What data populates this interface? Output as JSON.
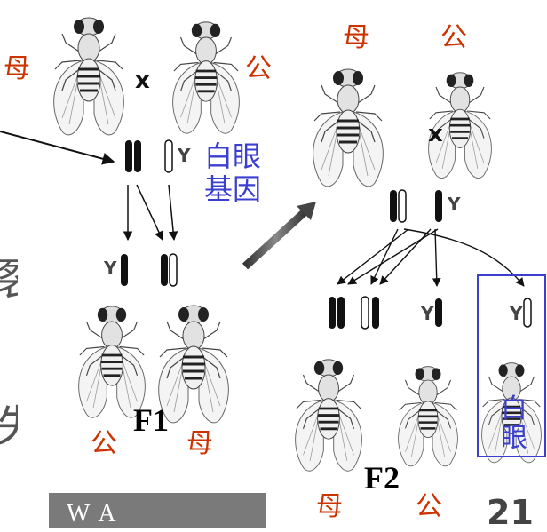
{
  "labels": {
    "p_female": "母",
    "p_male": "公",
    "cross_1": "x",
    "cross_2": "x",
    "white_eye_gene_line1": "白眼",
    "white_eye_gene_line2": "基因",
    "y_chrom": "Y",
    "f1": "F1",
    "f1_male": "公",
    "f1_female": "母",
    "f1_cross_female": "母",
    "f1_cross_male": "公",
    "f2": "F2",
    "f2_female": "母",
    "f2_male": "公",
    "white_eye_line1": "白",
    "white_eye_line2": "眼"
  },
  "footer": {
    "text": "W     A",
    "page_number": "21"
  },
  "edge_text": [
    "裂",
    "失"
  ],
  "colors": {
    "female_male_label": "#cc3300",
    "gene_label": "#3b3fcf",
    "footer_bg": "#7a7a7a"
  }
}
